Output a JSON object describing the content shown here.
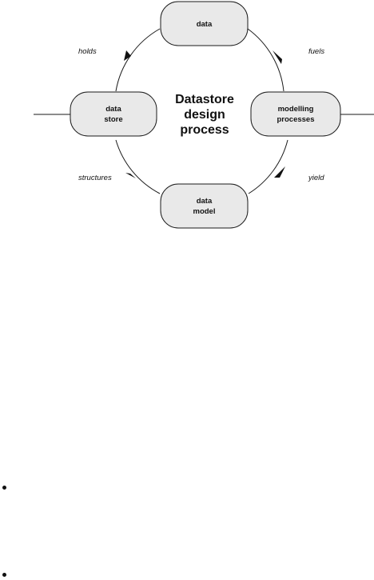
{
  "diagram": {
    "center_title_lines": [
      "Datastore",
      "design",
      "process"
    ],
    "nodes": {
      "data": [
        "data"
      ],
      "modelling_processes": [
        "modelling",
        "processes"
      ],
      "data_model": [
        "data",
        "model"
      ],
      "data_store": [
        "data",
        "store"
      ]
    },
    "edges": {
      "fuels": "fuels",
      "yield": "yield",
      "structures": "structures",
      "holds": "holds"
    }
  },
  "list_bullets": 2
}
